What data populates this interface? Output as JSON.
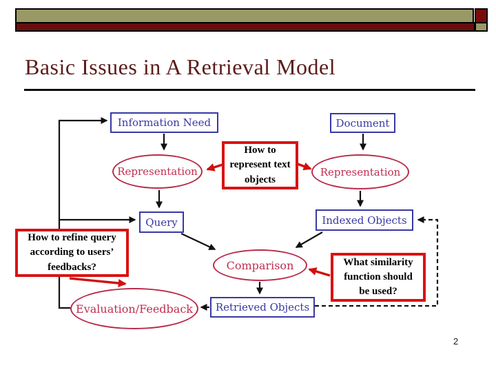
{
  "slide": {
    "title": "Basic Issues in A Retrieval Model",
    "page_number": "2"
  },
  "colors": {
    "banner_tan": "#999966",
    "banner_maroon": "#6a0d0d",
    "title_maroon": "#5c1c1c",
    "node_blue": "#3838a5",
    "ellipse_red": "#b92b4b",
    "callout_border_red": "#da1212",
    "arrow_black": "#111111",
    "arrow_red": "#cf1110"
  },
  "diagram": {
    "nodes": {
      "information_need": "Information Need",
      "document": "Document",
      "representation_query": "Representation",
      "representation_doc": "Representation",
      "query": "Query",
      "indexed_objects": "Indexed Objects",
      "comparison": "Comparison",
      "retrieved_objects": "Retrieved Objects",
      "evaluation_feedback": "Evaluation/Feedback"
    },
    "callouts": {
      "represent_lines": [
        "How to",
        "represent text",
        "objects"
      ],
      "refine_lines": [
        "How to refine query",
        "according to users’",
        "feedbacks?"
      ],
      "similarity_lines": [
        "What similarity",
        "function should",
        "be used?"
      ]
    }
  }
}
